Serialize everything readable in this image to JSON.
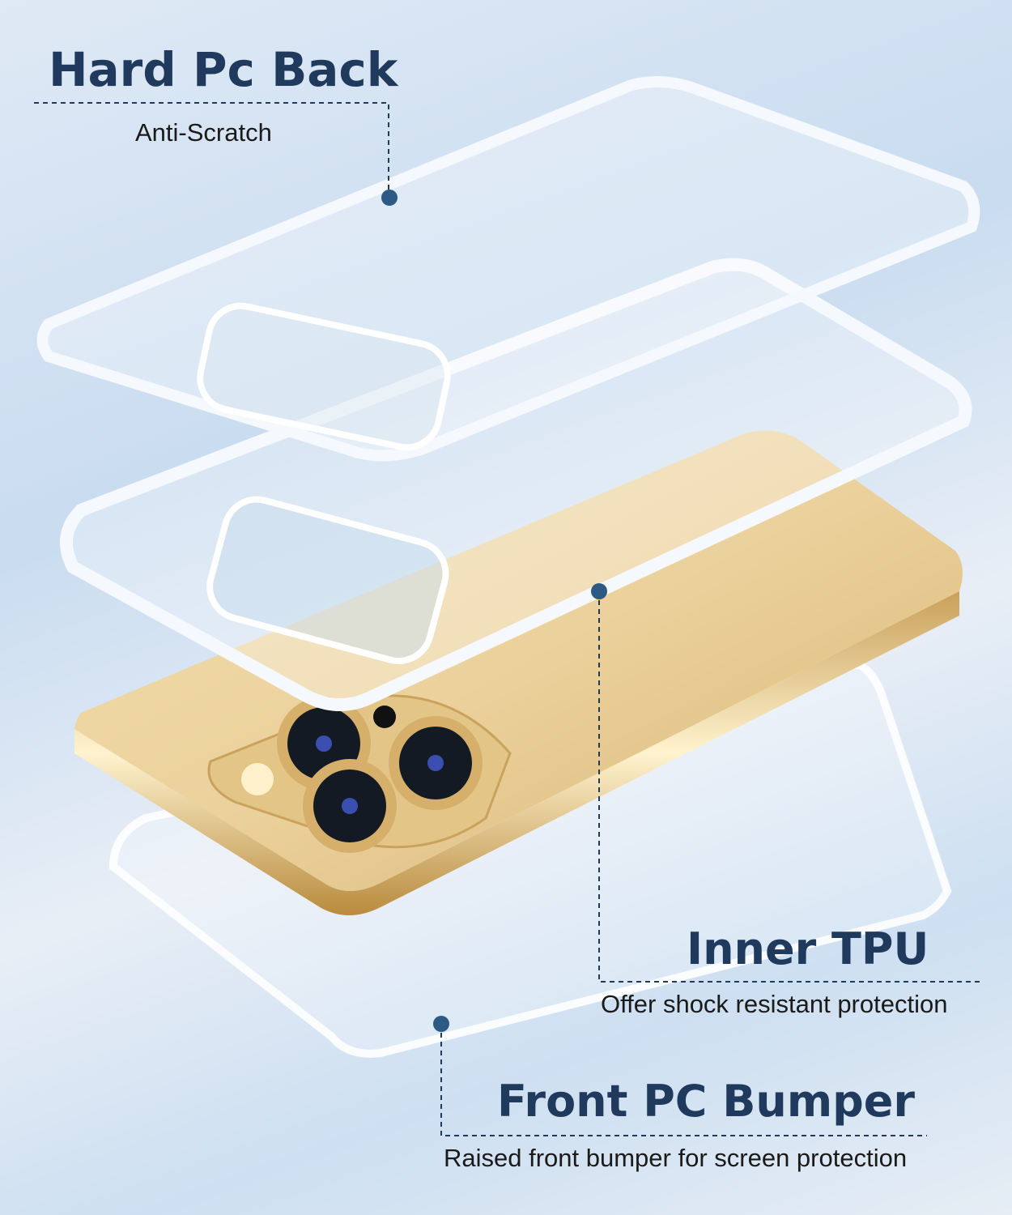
{
  "colors": {
    "label": "#1f3a5c",
    "dot": "#2c5a85",
    "gold": "#e9cf95",
    "case": "#ffffff"
  },
  "features": [
    {
      "title": "Hard Pc Back",
      "subtitle": "Anti-Scratch"
    },
    {
      "title": "Inner TPU",
      "subtitle": "Offer shock resistant protection"
    },
    {
      "title": "Front PC Bumper",
      "subtitle": "Raised front bumper for screen protection"
    }
  ]
}
